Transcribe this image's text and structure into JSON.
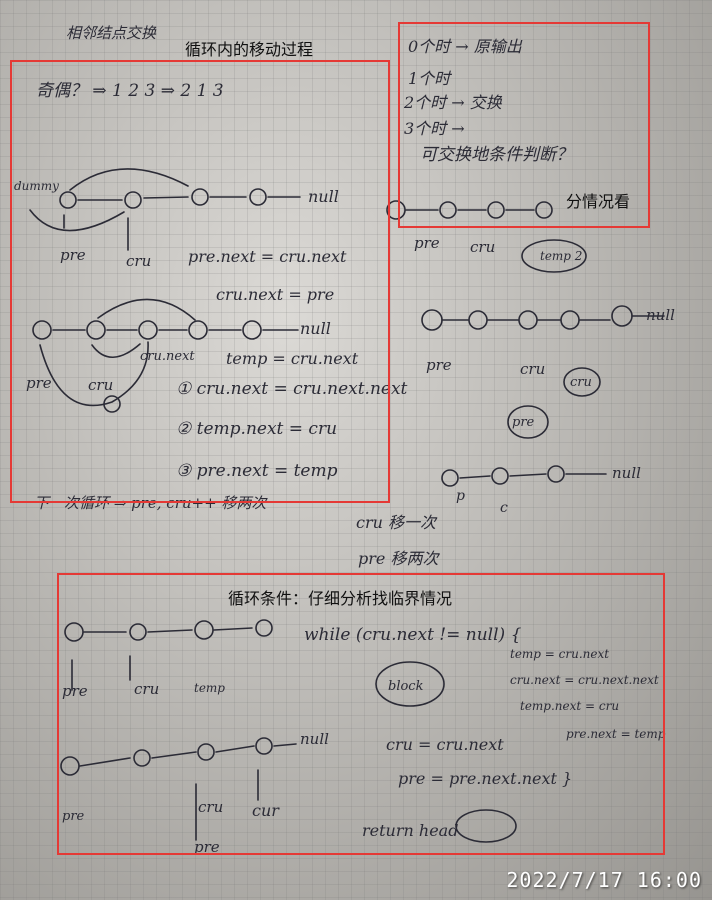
{
  "annotations": {
    "loop_move": "循环内的移动过程",
    "case_by_case": "分情况看",
    "loop_condition": "循环条件：仔细分析找临界情况"
  },
  "handwriting": {
    "title": "相邻结点交换",
    "odd_even": "奇偶？ ⇒ 1 2 3 ⇒ 2 1 3",
    "dummy": "dummy",
    "step1": "① cru.next = cru.next.next",
    "step2": "② temp.next = cru",
    "step3": "③ pre.next = temp",
    "pre_next": "pre.next = cru.next",
    "cru_next_pre": "cru.next = pre",
    "temp_assign": "temp = cru.next",
    "list1": "0个时 → 原输出",
    "list2": "1个时",
    "list3": "2个时 → 交换",
    "list4": "3个时 →",
    "list5": "可交换地条件判断？",
    "next_loop": "下一次循环 ⇒ pre, cru++ 移两次",
    "cru_move": "cru 移一次",
    "pre_move": "pre 移两次",
    "while_line": "while (cru.next != null) {",
    "code1": "temp = cru.next",
    "code2": "cru.next = cru.next.next",
    "code3": "temp.next = cru",
    "code4": "pre.next = temp",
    "code5": "cru = cru.next",
    "code6": "pre = pre.next.next }",
    "return_line": "return head",
    "null": "null"
  },
  "timestamp": "2022/7/17  16:00"
}
